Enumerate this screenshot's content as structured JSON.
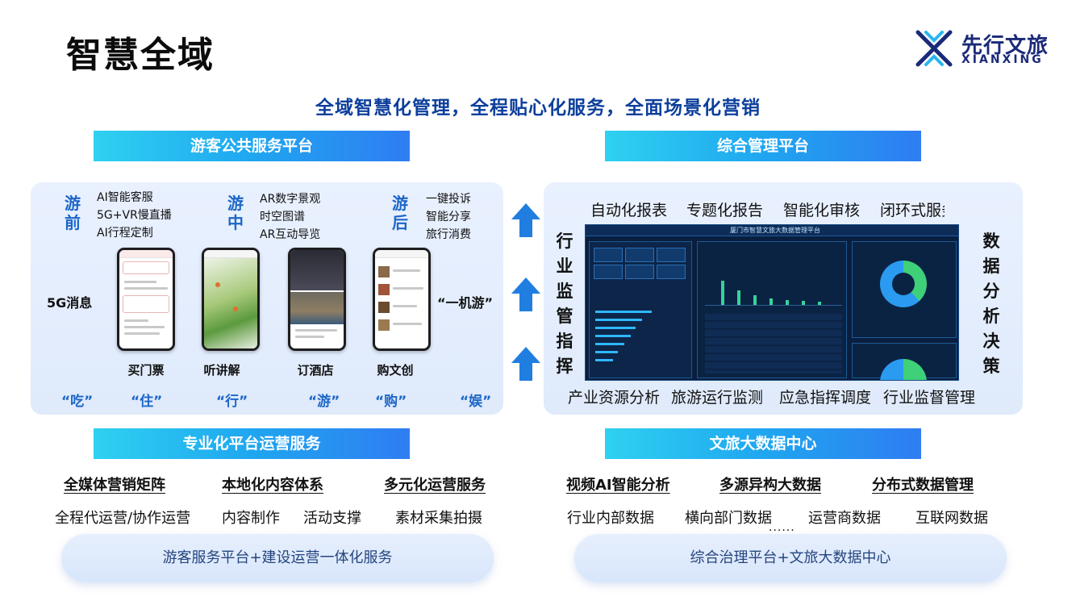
{
  "page": {
    "title": "智慧全域"
  },
  "logo": {
    "cn": "先行文旅",
    "en": "XIANXING"
  },
  "tagline": "全域智慧化管理，全程贴心化服务，全面场景化营销",
  "tourist_platform": {
    "banner": "游客公共服务平台",
    "stages": [
      {
        "label": "游前",
        "features": [
          "AI智能客服",
          "5G+VR慢直播",
          "AI行程定制"
        ]
      },
      {
        "label": "游中",
        "features": [
          "AR数字景观",
          "时空图谱",
          "AR互动导览"
        ]
      },
      {
        "label": "游后",
        "features": [
          "一键投诉",
          "智能分享",
          "旅行消费"
        ]
      }
    ],
    "left_label": "5G消息",
    "right_label": "“一机游”",
    "phones": [
      "买门票",
      "听讲解",
      "订酒店",
      "购文创"
    ],
    "quotes": [
      "“吃”",
      "“住”",
      "“行”",
      "“游”",
      "“购”",
      "“娱”"
    ]
  },
  "management_platform": {
    "banner": "综合管理平台",
    "top_items": [
      "自动化报表",
      "专题化报告",
      "智能化审核",
      "闭环式服务"
    ],
    "left_vertical": "行业监管指挥",
    "right_vertical": "数据分析决策",
    "dashboard_title": "厦门市智慧文旅大数据管理平台",
    "bottom_items": [
      "产业资源分析",
      "旅游运行监测",
      "应急指挥调度",
      "行业监督管理"
    ]
  },
  "operations": {
    "banner": "专业化平台运营服务",
    "heads": [
      "全媒体营销矩阵",
      "本地化内容体系",
      "多元化运营服务"
    ],
    "subs": [
      "全程代运营/协作运营",
      "内容制作",
      "活动支撑",
      "素材采集拍摄"
    ],
    "pill": "游客服务平台+建设运营一体化服务"
  },
  "bigdata": {
    "banner": "文旅大数据中心",
    "heads": [
      "视频AI智能分析",
      "多源异构大数据",
      "分布式数据管理"
    ],
    "subs": [
      "行业内部数据",
      "横向部门数据",
      "运营商数据",
      "互联网数据"
    ],
    "ellipsis": "......",
    "pill": "综合治理平台+文旅大数据中心"
  },
  "colors": {
    "accent": "#1c66c8",
    "tagline": "#0d3f9c",
    "banner_start": "#2fd1f0",
    "banner_end": "#2f7df2",
    "dashboard_bg": "#0a1e3f"
  },
  "icons": [
    "logo-mark-icon",
    "arrow-up-icon"
  ]
}
